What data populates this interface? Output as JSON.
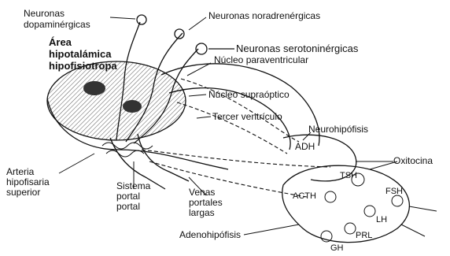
{
  "labels": {
    "neuronas_dopaminergicas": [
      "Neuronas",
      "dopaminérgicas"
    ],
    "area_hipotalamica": [
      "Área",
      "hipotalámica",
      "hipofisiotropa"
    ],
    "neuronas_noradrenergicas": "Neuronas noradrenérgicas",
    "neuronas_serotoninergicas": "Neuronas serotoninérgicas",
    "nucleo_paraventricular": "Núcleo paraventricular",
    "nucleo_supraoptico": "Núcleo supraóptico",
    "tercer_ventriculo": "Tercer ventrículo",
    "neurohipofisis": "Neurohipófisis",
    "adh": "ADH",
    "oxitocina": "Oxitocina",
    "arteria_hipofisaria": [
      "Arteria",
      "hipofisaria",
      "superior"
    ],
    "sistema_portal": [
      "Sistema",
      "portal",
      "portal"
    ],
    "venas_portales": [
      "Venas",
      "portales",
      "largas"
    ],
    "adenohipofisis": "Adenohipófisis",
    "tsh": "TSH",
    "acth": "ACTH",
    "lh": "LH",
    "fsh": "FSH",
    "prl": "PRL",
    "gh": "GH"
  }
}
